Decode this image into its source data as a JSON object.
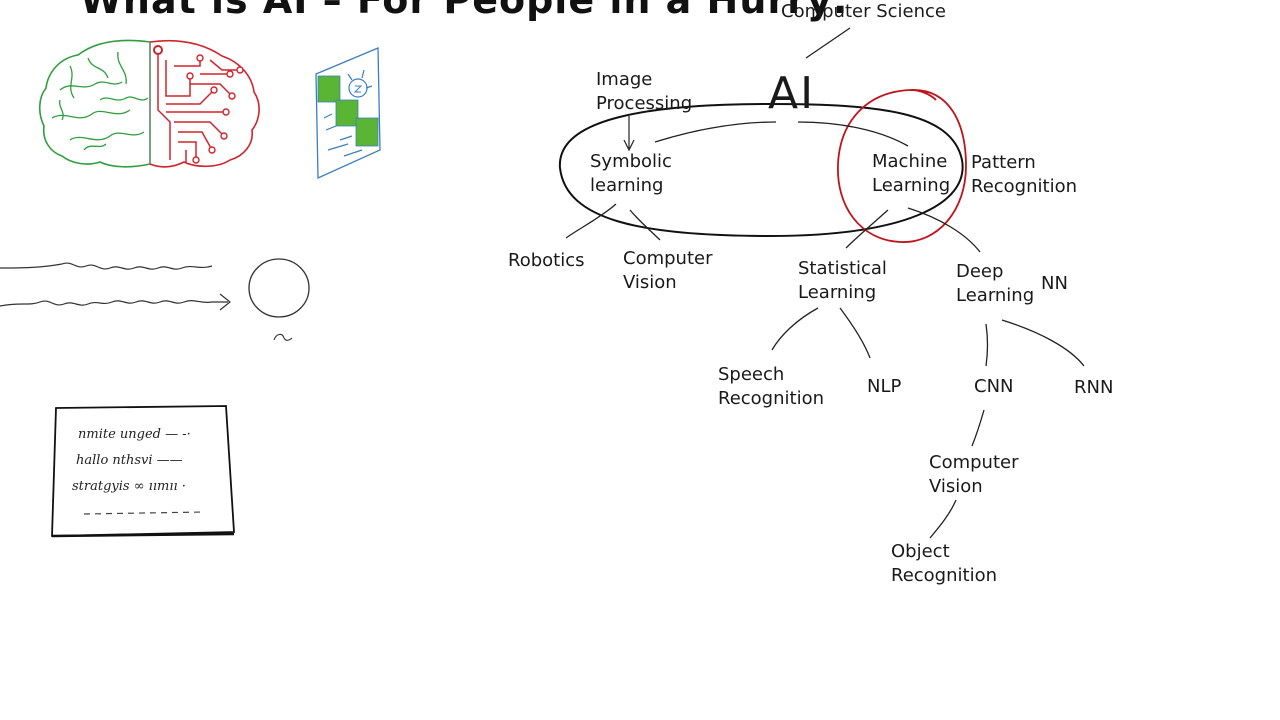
{
  "page": {
    "title": "What is AI – For People in a Hurry:"
  },
  "diagram": {
    "root_field": "Computer Science",
    "ai_label": "AI",
    "nodes": {
      "image_processing": [
        "Image",
        "Processing"
      ],
      "symbolic_learning": [
        "Symbolic",
        "learning"
      ],
      "machine_learning": [
        "Machine",
        "Learning"
      ],
      "pattern_recognition": [
        "Pattern",
        "Recognition"
      ],
      "robotics": "Robotics",
      "computer_vision_1": [
        "Computer",
        "Vision"
      ],
      "statistical_learning": [
        "Statistical",
        "Learning"
      ],
      "deep_learning": [
        "Deep",
        "Learning"
      ],
      "nn": "NN",
      "speech_recognition": [
        "Speech",
        "Recognition"
      ],
      "nlp": "NLP",
      "cnn": "CNN",
      "rnn": "RNN",
      "computer_vision_2": [
        "Computer",
        "Vision"
      ],
      "object_recognition": [
        "Object",
        "Recognition"
      ]
    },
    "colors": {
      "ink": "#1a1a1a",
      "highlight_circle": "#c0141c",
      "brain_left": "#2e9e3e",
      "brain_right": "#d0242c",
      "sketch_blue": "#3a7fc1",
      "sketch_green": "#5ab534"
    },
    "icons": [
      "brain-icon",
      "document-sketch-icon",
      "circle-sketch-icon",
      "note-card-icon"
    ]
  }
}
